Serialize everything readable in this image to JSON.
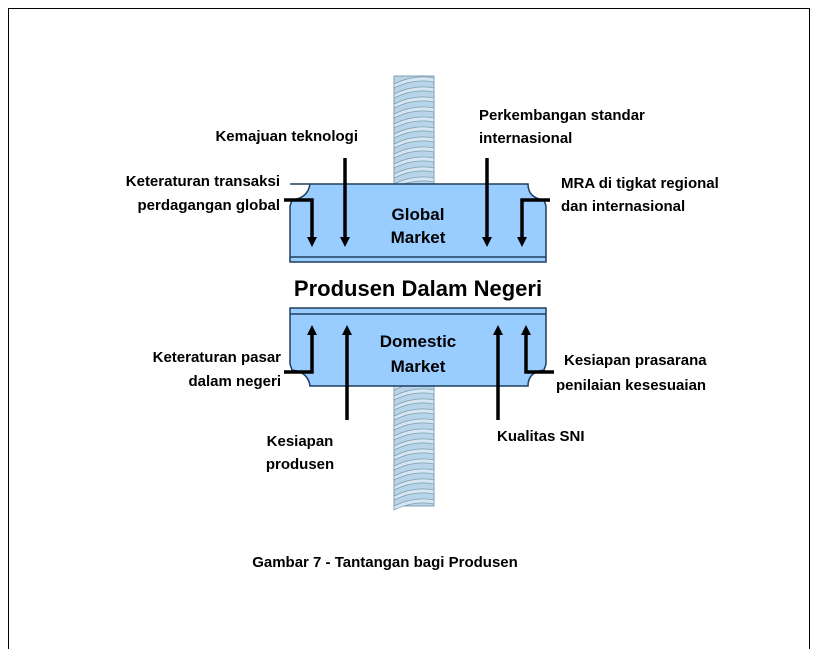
{
  "diagram": {
    "center_label": "Produsen Dalam Negeri",
    "top_block": {
      "line1": "Global",
      "line2": "Market"
    },
    "bottom_block": {
      "line1": "Domestic",
      "line2": "Market"
    },
    "labels": {
      "kemajuan": "Kemajuan teknologi",
      "perkembangan_1": "Perkembangan standar",
      "perkembangan_2": "internasional",
      "keteraturan_transaksi_1": "Keteraturan transaksi",
      "keteraturan_transaksi_2": "perdagangan global",
      "mra_1": "MRA di tigkat regional",
      "mra_2": "dan internasional",
      "keteraturan_pasar_1": "Keteraturan pasar",
      "keteraturan_pasar_2": "dalam negeri",
      "kesiapan_prasarana_1": "Kesiapan prasarana",
      "kesiapan_prasarana_2": "penilaian kesesuaian",
      "kesiapan_produsen_1": "Kesiapan",
      "kesiapan_produsen_2": "produsen",
      "kualitas_sni": "Kualitas SNI"
    },
    "caption": "Gambar 7 - Tantangan bagi Produsen",
    "colors": {
      "block_fill": "#99ccff",
      "screw_fill": "#b8d4e8",
      "screw_stroke": "#7f9fb2"
    }
  }
}
